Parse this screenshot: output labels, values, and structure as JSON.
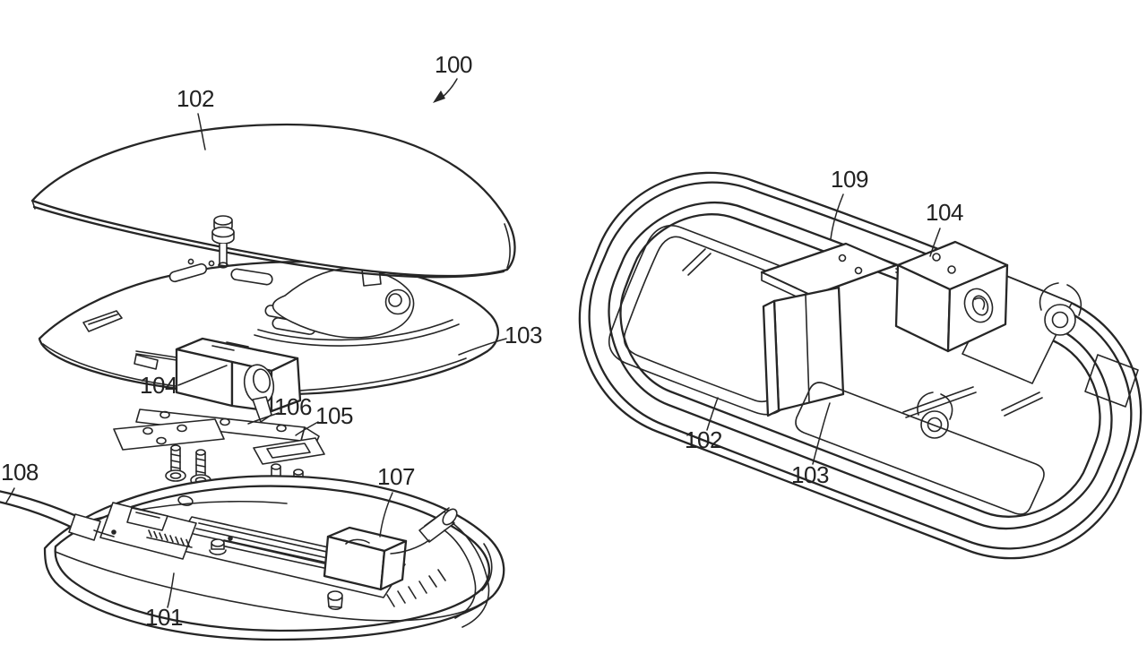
{
  "page": {
    "background": "#ffffff",
    "ink": "#262626"
  },
  "figures": {
    "fig1": {
      "callouts": {
        "assembly": "100",
        "base": "101",
        "top_cover": "102",
        "frame": "103",
        "switch": "104",
        "lower_plate": "105",
        "upper_plate": "106",
        "component": "107",
        "cable": "108"
      }
    },
    "fig2": {
      "callouts": {
        "support": "109",
        "switch": "104",
        "top_cover": "102",
        "frame": "103"
      }
    }
  }
}
